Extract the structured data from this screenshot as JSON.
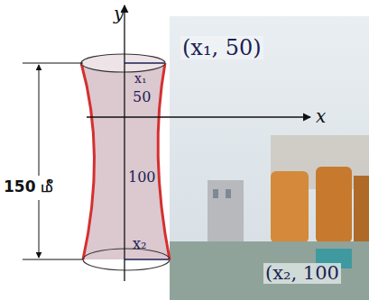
{
  "diagram": {
    "labels": [
      "y",
      "x",
      "150 மீ",
      "(x₁, 50)",
      "x₁",
      "50",
      "100",
      "x₂",
      "(x₂, 100"
    ]
  }
}
